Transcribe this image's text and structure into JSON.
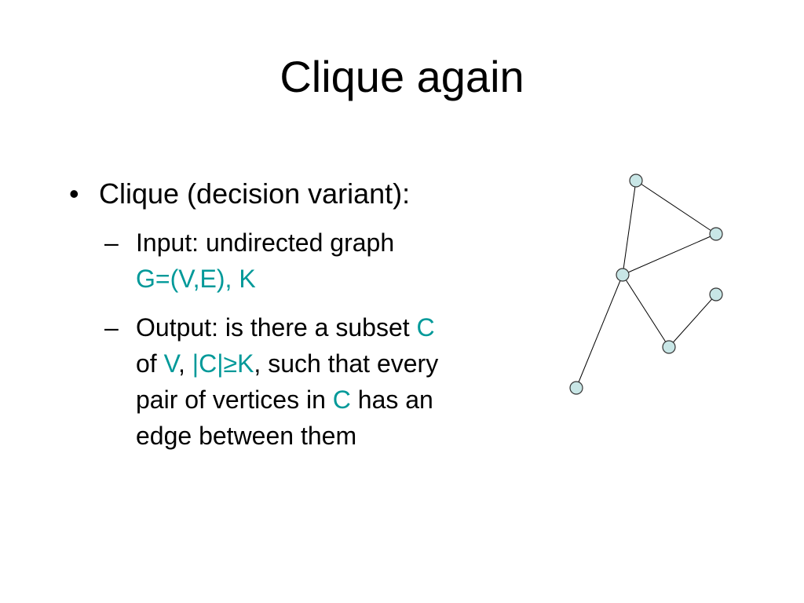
{
  "slide": {
    "title": "Clique again",
    "bullet1": {
      "marker": "•",
      "text": "Clique (decision variant):"
    },
    "bullet2": {
      "marker": "–",
      "line1": "Input: undirected graph",
      "line2_accent": "G=(V,E), K"
    },
    "bullet3": {
      "marker": "–",
      "line1_a": "Output: is there a subset ",
      "line1_b_accent": "C",
      "line2_a": "of ",
      "line2_b_accent": "V",
      "line2_c": ", ",
      "line2_d_accent": "|C|≥K",
      "line2_e": ", such that every",
      "line3_a": "pair of vertices in ",
      "line3_b_accent": "C",
      "line3_c": " has an",
      "line4": "edge between them"
    }
  },
  "colors": {
    "accent": "#009999",
    "node_fill": "#c8e6e6",
    "node_stroke": "#333333",
    "edge": "#000000"
  }
}
